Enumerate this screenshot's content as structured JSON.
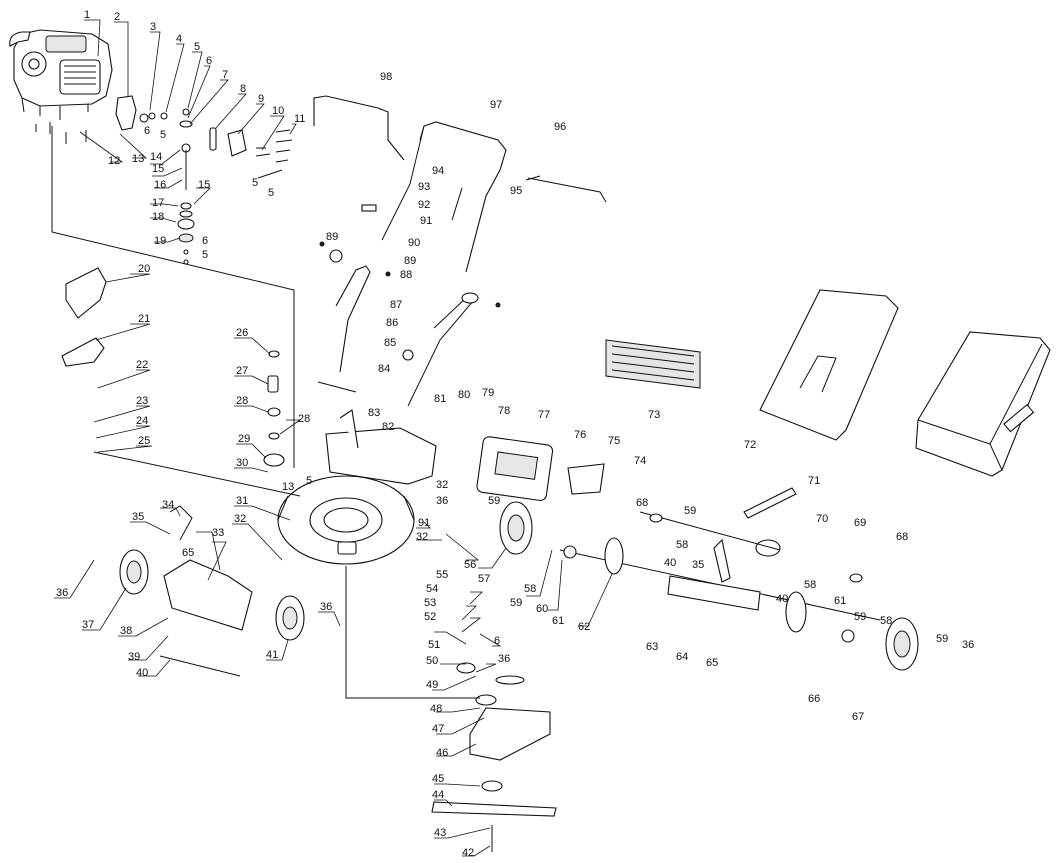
{
  "diagram": {
    "labels": [
      {
        "id": "c1",
        "text": "1"
      },
      {
        "id": "c2",
        "text": "2"
      },
      {
        "id": "c3",
        "text": "3"
      },
      {
        "id": "c4",
        "text": "4"
      },
      {
        "id": "c5a",
        "text": "5"
      },
      {
        "id": "c6a",
        "text": "6"
      },
      {
        "id": "c6b",
        "text": "6"
      },
      {
        "id": "c5b",
        "text": "5"
      },
      {
        "id": "c7",
        "text": "7"
      },
      {
        "id": "c8",
        "text": "8"
      },
      {
        "id": "c9",
        "text": "9"
      },
      {
        "id": "c10",
        "text": "10"
      },
      {
        "id": "c11",
        "text": "11"
      },
      {
        "id": "c12",
        "text": "12"
      },
      {
        "id": "c13a",
        "text": "13"
      },
      {
        "id": "c14",
        "text": "14"
      },
      {
        "id": "c15a",
        "text": "15"
      },
      {
        "id": "c16",
        "text": "16"
      },
      {
        "id": "c15b",
        "text": "15"
      },
      {
        "id": "c17",
        "text": "17"
      },
      {
        "id": "c18",
        "text": "18"
      },
      {
        "id": "c19",
        "text": "19"
      },
      {
        "id": "c6c",
        "text": "6"
      },
      {
        "id": "c5c",
        "text": "5"
      },
      {
        "id": "c5d",
        "text": "5"
      },
      {
        "id": "c5e",
        "text": "5"
      },
      {
        "id": "c20",
        "text": "20"
      },
      {
        "id": "c21",
        "text": "21"
      },
      {
        "id": "c22",
        "text": "22"
      },
      {
        "id": "c23",
        "text": "23"
      },
      {
        "id": "c24",
        "text": "24"
      },
      {
        "id": "c25",
        "text": "25"
      },
      {
        "id": "c26",
        "text": "26"
      },
      {
        "id": "c27",
        "text": "27"
      },
      {
        "id": "c28a",
        "text": "28"
      },
      {
        "id": "c28b",
        "text": "28"
      },
      {
        "id": "c29",
        "text": "29"
      },
      {
        "id": "c30",
        "text": "30"
      },
      {
        "id": "c5f",
        "text": "5"
      },
      {
        "id": "c13b",
        "text": "13"
      },
      {
        "id": "c31",
        "text": "31"
      },
      {
        "id": "c32a",
        "text": "32"
      },
      {
        "id": "c33",
        "text": "33"
      },
      {
        "id": "c34",
        "text": "34"
      },
      {
        "id": "c35a",
        "text": "35"
      },
      {
        "id": "c65a",
        "text": "65"
      },
      {
        "id": "c36a",
        "text": "36"
      },
      {
        "id": "c37",
        "text": "37"
      },
      {
        "id": "c38",
        "text": "38"
      },
      {
        "id": "c39",
        "text": "39"
      },
      {
        "id": "c40a",
        "text": "40"
      },
      {
        "id": "c41",
        "text": "41"
      },
      {
        "id": "c36b",
        "text": "36"
      },
      {
        "id": "c42",
        "text": "42"
      },
      {
        "id": "c43",
        "text": "43"
      },
      {
        "id": "c44",
        "text": "44"
      },
      {
        "id": "c45",
        "text": "45"
      },
      {
        "id": "c46",
        "text": "46"
      },
      {
        "id": "c47",
        "text": "47"
      },
      {
        "id": "c48",
        "text": "48"
      },
      {
        "id": "c49",
        "text": "49"
      },
      {
        "id": "c50",
        "text": "50"
      },
      {
        "id": "c51",
        "text": "51"
      },
      {
        "id": "c36c",
        "text": "36"
      },
      {
        "id": "c52",
        "text": "52"
      },
      {
        "id": "c6d",
        "text": "6"
      },
      {
        "id": "c53",
        "text": "53"
      },
      {
        "id": "c54",
        "text": "54"
      },
      {
        "id": "c55",
        "text": "55"
      },
      {
        "id": "c56",
        "text": "56"
      },
      {
        "id": "c32b",
        "text": "32"
      },
      {
        "id": "c91a",
        "text": "91"
      },
      {
        "id": "c32c",
        "text": "32"
      },
      {
        "id": "c36d",
        "text": "36"
      },
      {
        "id": "c59a",
        "text": "59"
      },
      {
        "id": "c57",
        "text": "57"
      },
      {
        "id": "c58a",
        "text": "58"
      },
      {
        "id": "c59b",
        "text": "59"
      },
      {
        "id": "c60",
        "text": "60"
      },
      {
        "id": "c61a",
        "text": "61"
      },
      {
        "id": "c62",
        "text": "62"
      },
      {
        "id": "c63",
        "text": "63"
      },
      {
        "id": "c64",
        "text": "64"
      },
      {
        "id": "c65b",
        "text": "65"
      },
      {
        "id": "c35b",
        "text": "35"
      },
      {
        "id": "c40b",
        "text": "40"
      },
      {
        "id": "c68a",
        "text": "68"
      },
      {
        "id": "c59c",
        "text": "59"
      },
      {
        "id": "c58b",
        "text": "58"
      },
      {
        "id": "c40c",
        "text": "40"
      },
      {
        "id": "c58c",
        "text": "58"
      },
      {
        "id": "c61b",
        "text": "61"
      },
      {
        "id": "c59d",
        "text": "59"
      },
      {
        "id": "c58d",
        "text": "58"
      },
      {
        "id": "c66",
        "text": "66"
      },
      {
        "id": "c67",
        "text": "67"
      },
      {
        "id": "c59e",
        "text": "59"
      },
      {
        "id": "c36e",
        "text": "36"
      },
      {
        "id": "c68b",
        "text": "68"
      },
      {
        "id": "c69",
        "text": "69"
      },
      {
        "id": "c70",
        "text": "70"
      },
      {
        "id": "c71",
        "text": "71"
      },
      {
        "id": "c72",
        "text": "72"
      },
      {
        "id": "c73",
        "text": "73"
      },
      {
        "id": "c74",
        "text": "74"
      },
      {
        "id": "c75",
        "text": "75"
      },
      {
        "id": "c76",
        "text": "76"
      },
      {
        "id": "c77",
        "text": "77"
      },
      {
        "id": "c78",
        "text": "78"
      },
      {
        "id": "c79",
        "text": "79"
      },
      {
        "id": "c80",
        "text": "80"
      },
      {
        "id": "c81",
        "text": "81"
      },
      {
        "id": "c82",
        "text": "82"
      },
      {
        "id": "c83",
        "text": "83"
      },
      {
        "id": "c84",
        "text": "84"
      },
      {
        "id": "c85",
        "text": "85"
      },
      {
        "id": "c86",
        "text": "86"
      },
      {
        "id": "c87",
        "text": "87"
      },
      {
        "id": "c88",
        "text": "88"
      },
      {
        "id": "c89a",
        "text": "89"
      },
      {
        "id": "c89b",
        "text": "89"
      },
      {
        "id": "c90",
        "text": "90"
      },
      {
        "id": "c91b",
        "text": "91"
      },
      {
        "id": "c92",
        "text": "92"
      },
      {
        "id": "c93",
        "text": "93"
      },
      {
        "id": "c94",
        "text": "94"
      },
      {
        "id": "c95",
        "text": "95"
      },
      {
        "id": "c96",
        "text": "96"
      },
      {
        "id": "c97",
        "text": "97"
      },
      {
        "id": "c98",
        "text": "98"
      }
    ]
  }
}
